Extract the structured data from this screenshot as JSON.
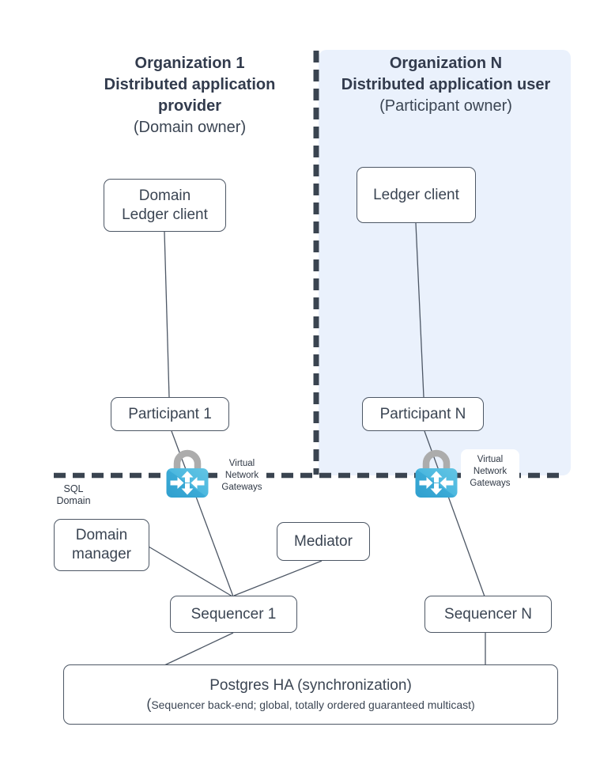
{
  "org1": {
    "title_line1": "Organization 1",
    "title_line2": "Distributed application",
    "title_line3": "provider",
    "subtitle": "(Domain owner)"
  },
  "orgN": {
    "title_line1": "Organization N",
    "title_line2": "Distributed application user",
    "subtitle": "(Participant owner)"
  },
  "nodes": {
    "domain_ledger_client": {
      "line1": "Domain",
      "line2": "Ledger client"
    },
    "ledger_client": "Ledger client",
    "participant_1": "Participant 1",
    "participant_n": "Participant N",
    "domain_manager": {
      "line1": "Domain",
      "line2": "manager"
    },
    "mediator": "Mediator",
    "sequencer_1": "Sequencer 1",
    "sequencer_n": "Sequencer N",
    "postgres": {
      "title": "Postgres HA (synchronization)",
      "subtitle_open_paren": "(",
      "subtitle_rest": "Sequencer back-end; global, totally ordered guaranteed multicast)"
    }
  },
  "labels": {
    "sql_domain": "SQL Domain",
    "virtual_network_gateways_left": "Virtual Network Gateways",
    "virtual_network_gateways_right": "Virtual Network Gateways"
  },
  "icons": {
    "left": "virtual-network-gateway-lock-icon",
    "right": "virtual-network-gateway-lock-icon"
  },
  "colors": {
    "org_n_region_bg": "#EAF1FC",
    "dashed_boundary": "#3A4450",
    "node_border": "#4D5765",
    "text": "#3B4553",
    "icon_body_blue": "#41B1DA",
    "icon_body_blue_light": "#63C5E4",
    "icon_shackle_gray": "#ACACAC",
    "connector_line": "#4D5765"
  }
}
